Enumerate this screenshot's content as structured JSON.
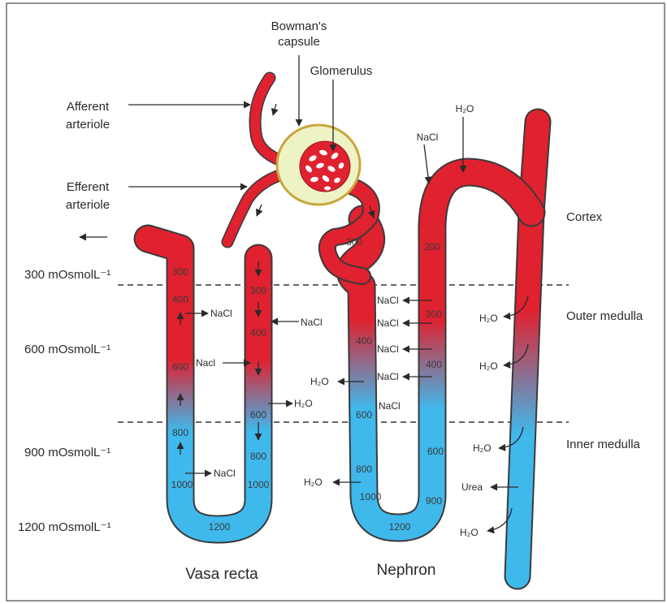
{
  "labels": {
    "bowman_line1": "Bowman's",
    "bowman_line2": "capsule",
    "glomerulus": "Glomerulus",
    "afferent_line1": "Afferent",
    "afferent_line2": "arteriole",
    "efferent_line1": "Efferent",
    "efferent_line2": "arteriole",
    "cortex": "Cortex",
    "outer_medulla": "Outer medulla",
    "inner_medulla": "Inner medulla",
    "vasa_recta": "Vasa recta",
    "nephron": "Nephron"
  },
  "osmolality": {
    "o300": "300 mOsmolL⁻¹",
    "o600": "600 mOsmolL⁻¹",
    "o900": "900 mOsmolL⁻¹",
    "o1200": "1200 mOsmolL⁻¹"
  },
  "vasa": {
    "desc": [
      "300",
      "400",
      "600",
      "800",
      "1000"
    ],
    "asc": [
      "300",
      "400",
      "600",
      "800",
      "1000"
    ],
    "bottom": "1200",
    "nacl": "NaCl",
    "nacl_alt": "Nacl",
    "h2o": "H₂O"
  },
  "nephron": {
    "pct": "300",
    "desc": [
      "400",
      "600",
      "800",
      "1000"
    ],
    "bottom": "1200",
    "asc": [
      "900",
      "600",
      "400",
      "300",
      "200"
    ],
    "nacl": "NaCl",
    "h2o": "H₂O",
    "urea": "Urea"
  },
  "colors": {
    "red": "#e0212f",
    "blue": "#3fb8ec",
    "capsule": "#eef3c6",
    "capsule_edge": "#c9a63c"
  }
}
